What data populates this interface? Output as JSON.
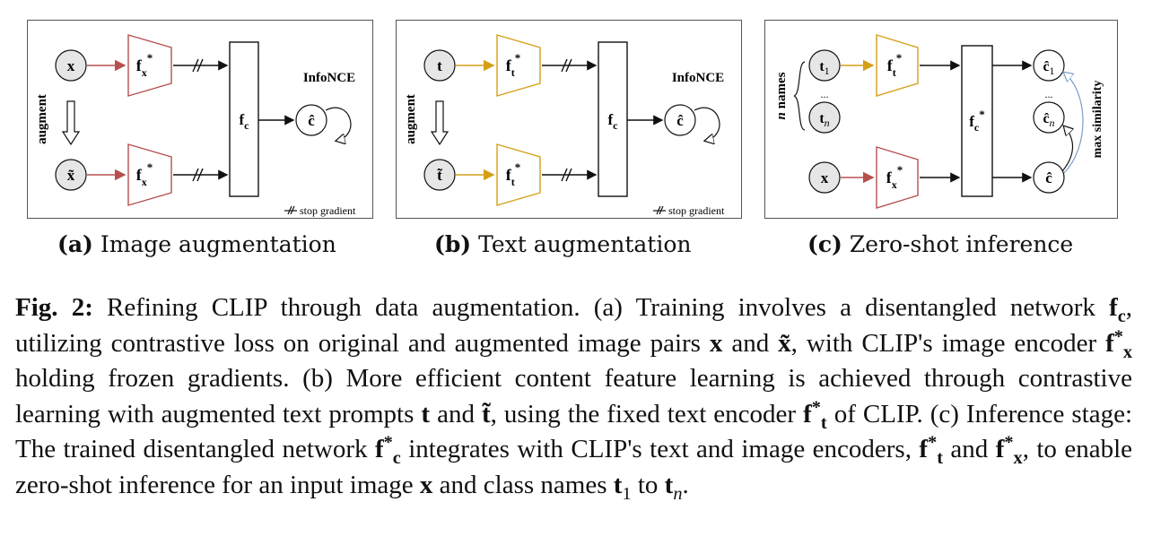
{
  "panels": [
    {
      "id": "a",
      "encoder_symbol": "f",
      "encoder_sub": "x",
      "encoder_sup": "*",
      "input_top": "x",
      "input_bottom": "x̃",
      "network_symbol": "f",
      "network_sub": "c",
      "output": "ĉ",
      "loss": "InfoNCE",
      "side_label": "augment",
      "stop_gradient": "stop gradient",
      "color": "#b5504f"
    },
    {
      "id": "b",
      "encoder_symbol": "f",
      "encoder_sub": "t",
      "encoder_sup": "*",
      "input_top": "t",
      "input_bottom": "t̃",
      "network_symbol": "f",
      "network_sub": "c",
      "output": "ĉ",
      "loss": "InfoNCE",
      "side_label": "augment",
      "stop_gradient": "stop gradient",
      "color": "#d4a017"
    },
    {
      "id": "c",
      "text_encoder_symbol": "f",
      "text_encoder_sub": "t",
      "image_encoder_symbol": "f",
      "image_encoder_sub": "x",
      "sup": "*",
      "name_first": "t",
      "name_first_sub": "1",
      "name_last": "t",
      "name_last_sub": "n",
      "dots": "...",
      "image_input": "x",
      "network_symbol": "f",
      "network_sub": "c",
      "out_first": "ĉ",
      "out_first_sub": "1",
      "out_last": "ĉ",
      "out_last_sub": "n",
      "image_out": "ĉ",
      "names_label_italic": "n",
      "names_label": "names",
      "similarity_label": "max similarity",
      "text_color": "#d4a017",
      "image_color": "#b5504f",
      "sim_color": "#7a9cc6"
    }
  ],
  "subcaptions": [
    {
      "tag": "(a)",
      "text": "Image augmentation"
    },
    {
      "tag": "(b)",
      "text": "Text augmentation"
    },
    {
      "tag": "(c)",
      "text": "Zero-shot inference"
    }
  ],
  "caption": {
    "label": "Fig. 2:",
    "s1": "Refining CLIP through data augmentation. (a) Training involves a disentangled network",
    "s2": ", utilizing contrastive loss on original and augmented image pairs",
    "s3": "and",
    "s4": ", with CLIP's image encoder",
    "s5": "holding frozen gradients. (b) More efficient content feature learning is achieved through contrastive learning with augmented text prompts",
    "s6": "and",
    "s7": ", using the fixed text encoder",
    "s8": "of CLIP. (c) Inference stage: The trained disentangled network",
    "s9": "integrates with CLIP's text and image encoders,",
    "s10": "and",
    "s11": ", to enable zero-shot inference for an input image",
    "s12": "and class names",
    "s13": "to",
    "s14": ".",
    "sym_f": "f",
    "sub_c": "c",
    "sub_x": "x",
    "sub_t": "t",
    "sup_star": "*",
    "x": "x",
    "x_tilde": "x̃",
    "t": "t",
    "t_tilde": "t̃",
    "t1_sub": "1",
    "tn_sub": "n"
  }
}
